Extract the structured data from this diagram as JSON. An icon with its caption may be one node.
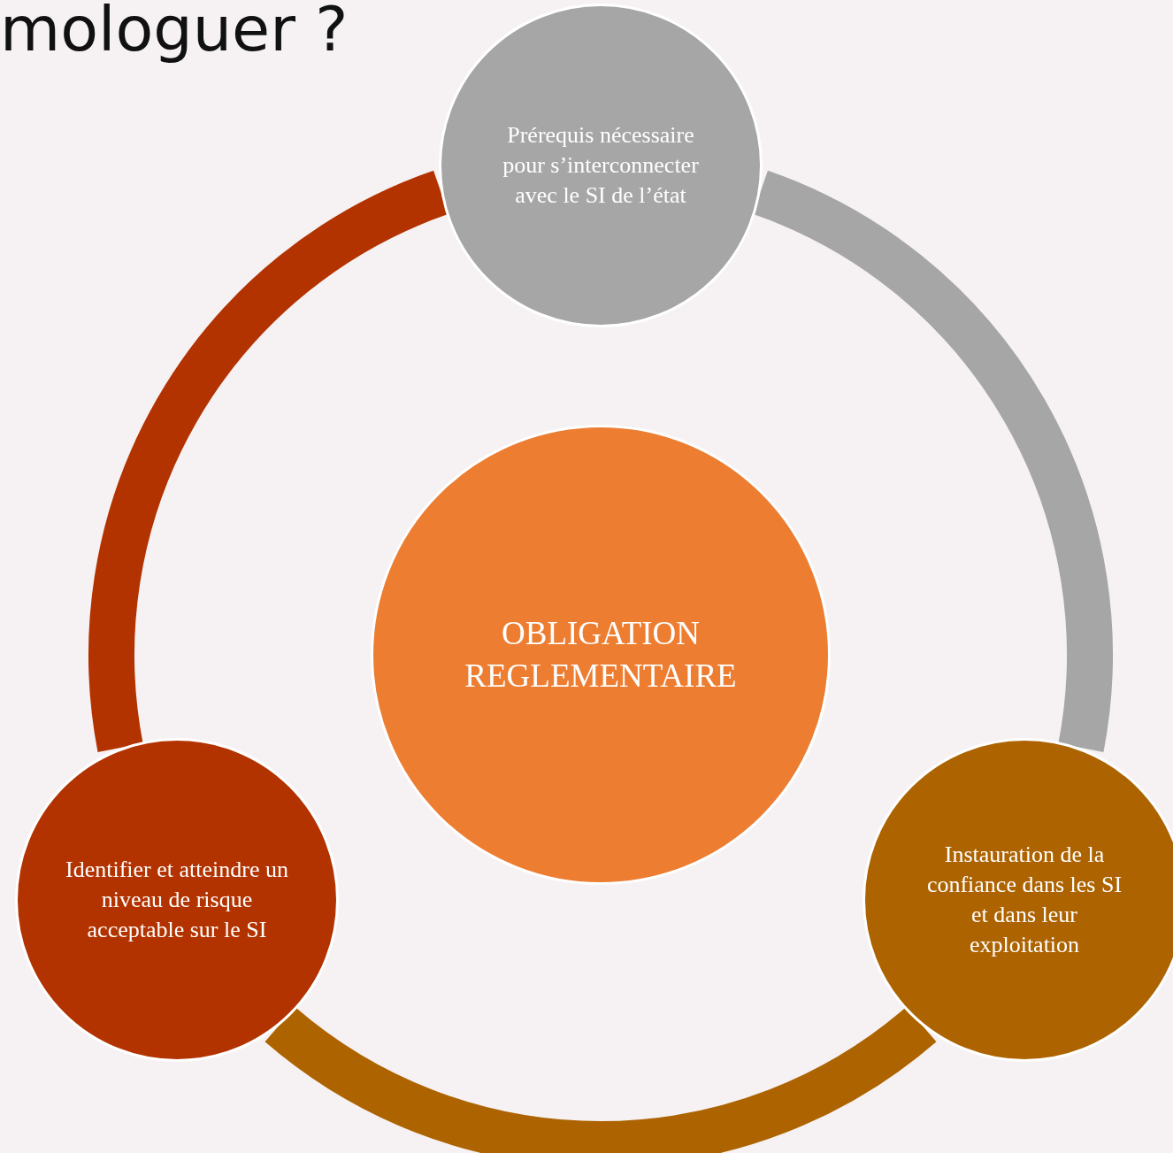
{
  "diagram": {
    "title": "mologuer ?",
    "nodes": [
      {
        "text": [
          "Prérequis nécessaire pour s’interconnecter avec le SI de l’état"
        ]
      },
      {
        "text": [
          "OBLIGATION REGLEMENTAIRE"
        ]
      },
      {
        "text": [
          "Identifier et atteindre un niveau de risque acceptable sur le SI"
        ]
      },
      {
        "text": [
          "Instauration de la confiance dans les SI et dans leur exploitation"
        ]
      }
    ],
    "edges": [
      {
        "from": 0,
        "to": 3,
        "arrow": "none",
        "color": "#a6a6a6"
      },
      {
        "from": 3,
        "to": 2,
        "arrow": "none",
        "color": "#ad6300"
      },
      {
        "from": 2,
        "to": 0,
        "arrow": "none",
        "color": "#b33300"
      }
    ]
  }
}
